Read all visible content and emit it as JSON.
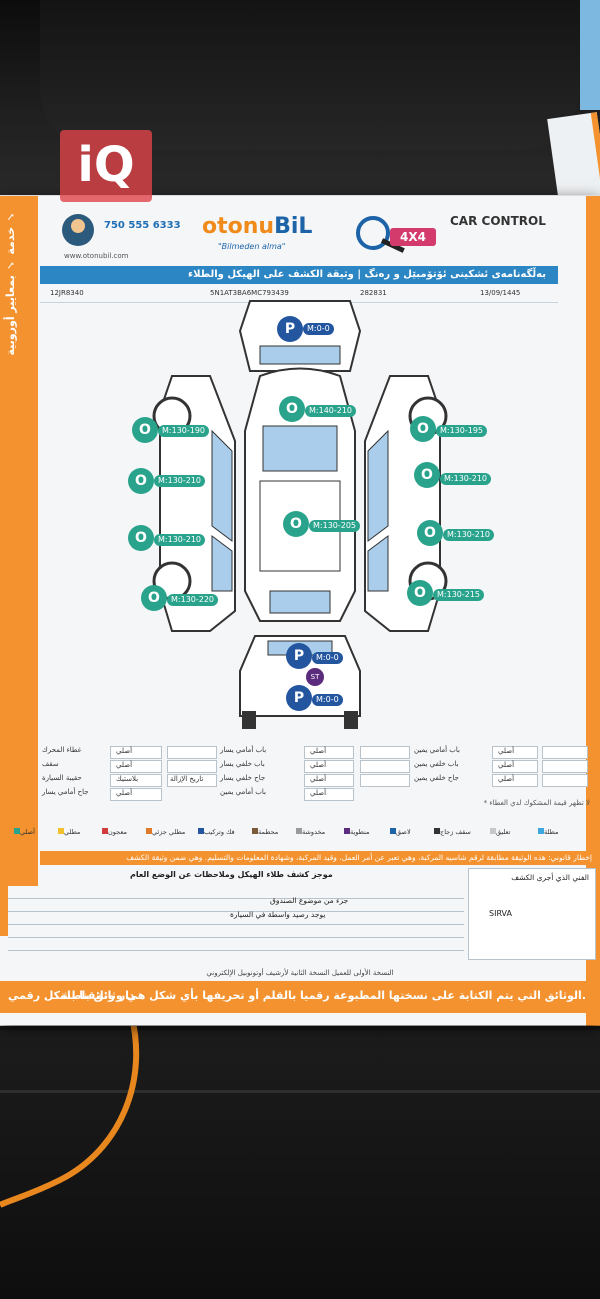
{
  "watermark": "iQ",
  "header": {
    "phone": "750 555 6333",
    "website": "www.otonubil.com",
    "brand_main": "otonu",
    "brand_bil": "BiL",
    "slogan": "\"Bilmeden alma\"",
    "badge": "4X4",
    "car_control": "CAR CONTROL"
  },
  "side_text": "خدمة ✓ بمعايير أوروبية ✓",
  "title": "بەڵگەنامەی ئشکینی ئۆتۆمبێل و رەنگ | وثيقة الكشف على الهيكل والطلاء",
  "info_row": {
    "vin": "5N1AT3BA6MC793439",
    "field_a": "282831",
    "field_b": "13/09/1445",
    "field_c": "12JR8340"
  },
  "markers": [
    {
      "symbol": "P",
      "label": "M:0-0"
    },
    {
      "symbol": "O",
      "label": "M:140-210"
    },
    {
      "symbol": "O",
      "label": "M:130-190"
    },
    {
      "symbol": "O",
      "label": "M:130-195"
    },
    {
      "symbol": "O",
      "label": "M:130-210"
    },
    {
      "symbol": "O",
      "label": "M:130-210"
    },
    {
      "symbol": "O",
      "label": "M:130-205"
    },
    {
      "symbol": "O",
      "label": "M:130-210"
    },
    {
      "symbol": "O",
      "label": "M:130-210"
    },
    {
      "symbol": "O",
      "label": "M:130-220"
    },
    {
      "symbol": "O",
      "label": "M:130-215"
    },
    {
      "symbol": "P",
      "label": "M:0-0"
    },
    {
      "symbol": "P",
      "label": "M:0-0"
    }
  ],
  "st_badge": "ST",
  "parts": {
    "left_col": [
      "غطاء المحرك",
      "سقف",
      "حقيبة السيارة",
      "جاح أمامي يسار"
    ],
    "left_val": [
      "أصلي",
      "أصلي",
      "بلاستيك",
      "أصلي"
    ],
    "mid_col": [
      "باب أمامي يسار",
      "باب خلفي يسار",
      "جاح خلفي يسار",
      "باب أمامي يمين"
    ],
    "mid_val": [
      "أصلي",
      "أصلي",
      "أصلي",
      "أصلي"
    ],
    "right_col": [
      "باب أمامي يمين",
      "باب خلفي يمين",
      "جاح خلفي يمين"
    ],
    "right_val": [
      "أصلي",
      "أصلي",
      "أصلي"
    ],
    "date_label": "تاريخ الإزالة"
  },
  "legend_note": "* لا تظهر قيمة المشكوك لدي الغطاء",
  "legend_items": [
    "أصلي",
    "مطلي",
    "معجون",
    "مطلي جزئي",
    "فك وتركيب",
    "محطمة",
    "مخدوشة",
    "منطوية",
    "لاصق",
    "سقف زجاج",
    "تعليق",
    "مطلة"
  ],
  "warning": "إخطار قانوني: هذه الوثيقة مطابقة لرقم شاسيه المركبة، وهي تعبر عن أمر العمل، وقيد المركبة، وشهادة المعلومات والتسليم. وهي ضمن وثيقة الكشف",
  "notes": {
    "title": "موجز كشف طلاء الهيكل وملاحظات عن الوضع العام",
    "right_title": "الفني الذي أجرى الكشف",
    "signature": "SIRVA",
    "line1": "جزء من موضوع الصندوق",
    "line2": "يوجد رصيد واسطة في السيارة"
  },
  "footer_small": "النسخة الأولى للعميل النسخة الثانية لأرشيف أوتونوبيل الإلكتروني",
  "footer_main": "الوثائق التي يتم الكتابة على نسختها المطبوعة رقميا بالقلم أو تحريفها بأي شكل هي وثائق باطلة.",
  "footer_fragment": "دار وثائقنا بشكل رقمي."
}
